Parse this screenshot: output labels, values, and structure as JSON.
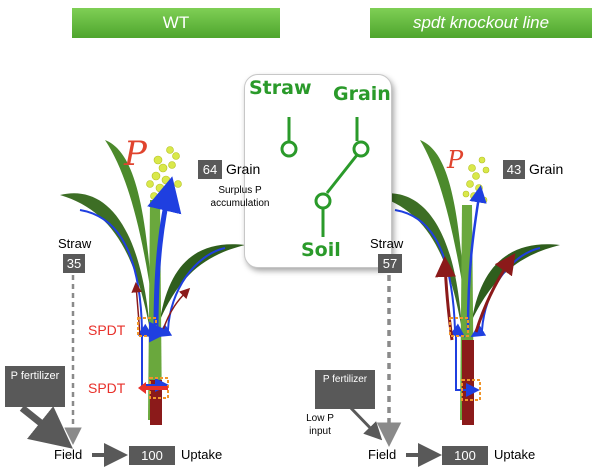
{
  "banners": {
    "wt": "WT",
    "knockout": "spdt knockout line"
  },
  "wt": {
    "p_symbol": "P",
    "grain_value": "64",
    "grain_label": "Grain",
    "surplus_note": "Surplus P accumulation",
    "straw_label": "Straw",
    "straw_value": "35",
    "spdt_upper": "SPDT",
    "spdt_lower": "SPDT",
    "fertilizer": "P fertilizer",
    "field_label": "Field",
    "uptake_value": "100",
    "uptake_label": "Uptake"
  },
  "knockout": {
    "p_symbol": "P",
    "grain_value": "43",
    "grain_label": "Grain",
    "straw_label": "Straw",
    "straw_value": "57",
    "fertilizer": "P fertilizer",
    "low_input_note": "Low P input",
    "field_label": "Field",
    "uptake_value": "100",
    "uptake_label": "Uptake"
  },
  "inset": {
    "straw": "Straw",
    "grain": "Grain",
    "soil": "Soil"
  },
  "colors": {
    "banner_green": "#5cb536",
    "plant_green": "#4c8a2c",
    "flow_blue": "#1f3fe0",
    "flow_red": "#8b1a1a",
    "spdt_red": "#e8302a",
    "box_gray": "#595959",
    "inset_green": "#2a9a2a"
  }
}
